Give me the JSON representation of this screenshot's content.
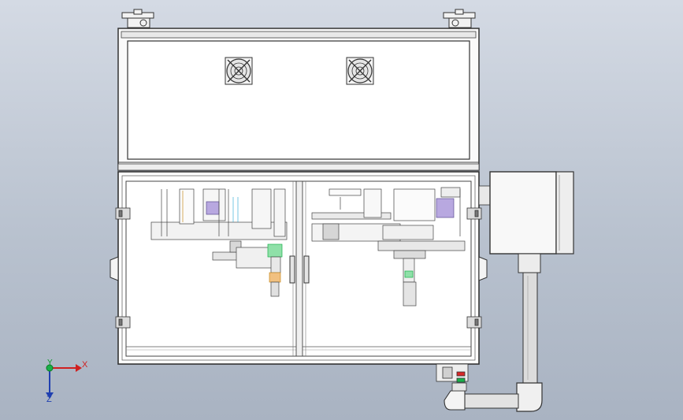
{
  "view": {
    "background_top": "#d4dae4",
    "background_bottom": "#a9b3c2"
  },
  "triad": {
    "x_label": "X",
    "y_label": "Y",
    "z_label": "Z",
    "x_color": "#d02020",
    "y_color": "#0c9a2a",
    "z_color": "#1f3fb0"
  },
  "model": {
    "upper_housing": {
      "fan_count": 2
    },
    "lower_frame": {
      "door_handles": 2
    },
    "accent_colors": {
      "green": "#19b04a",
      "red": "#d82828",
      "purple": "#8d6fc8",
      "cyan": "#3fb0d8",
      "orange": "#c88a20"
    }
  }
}
